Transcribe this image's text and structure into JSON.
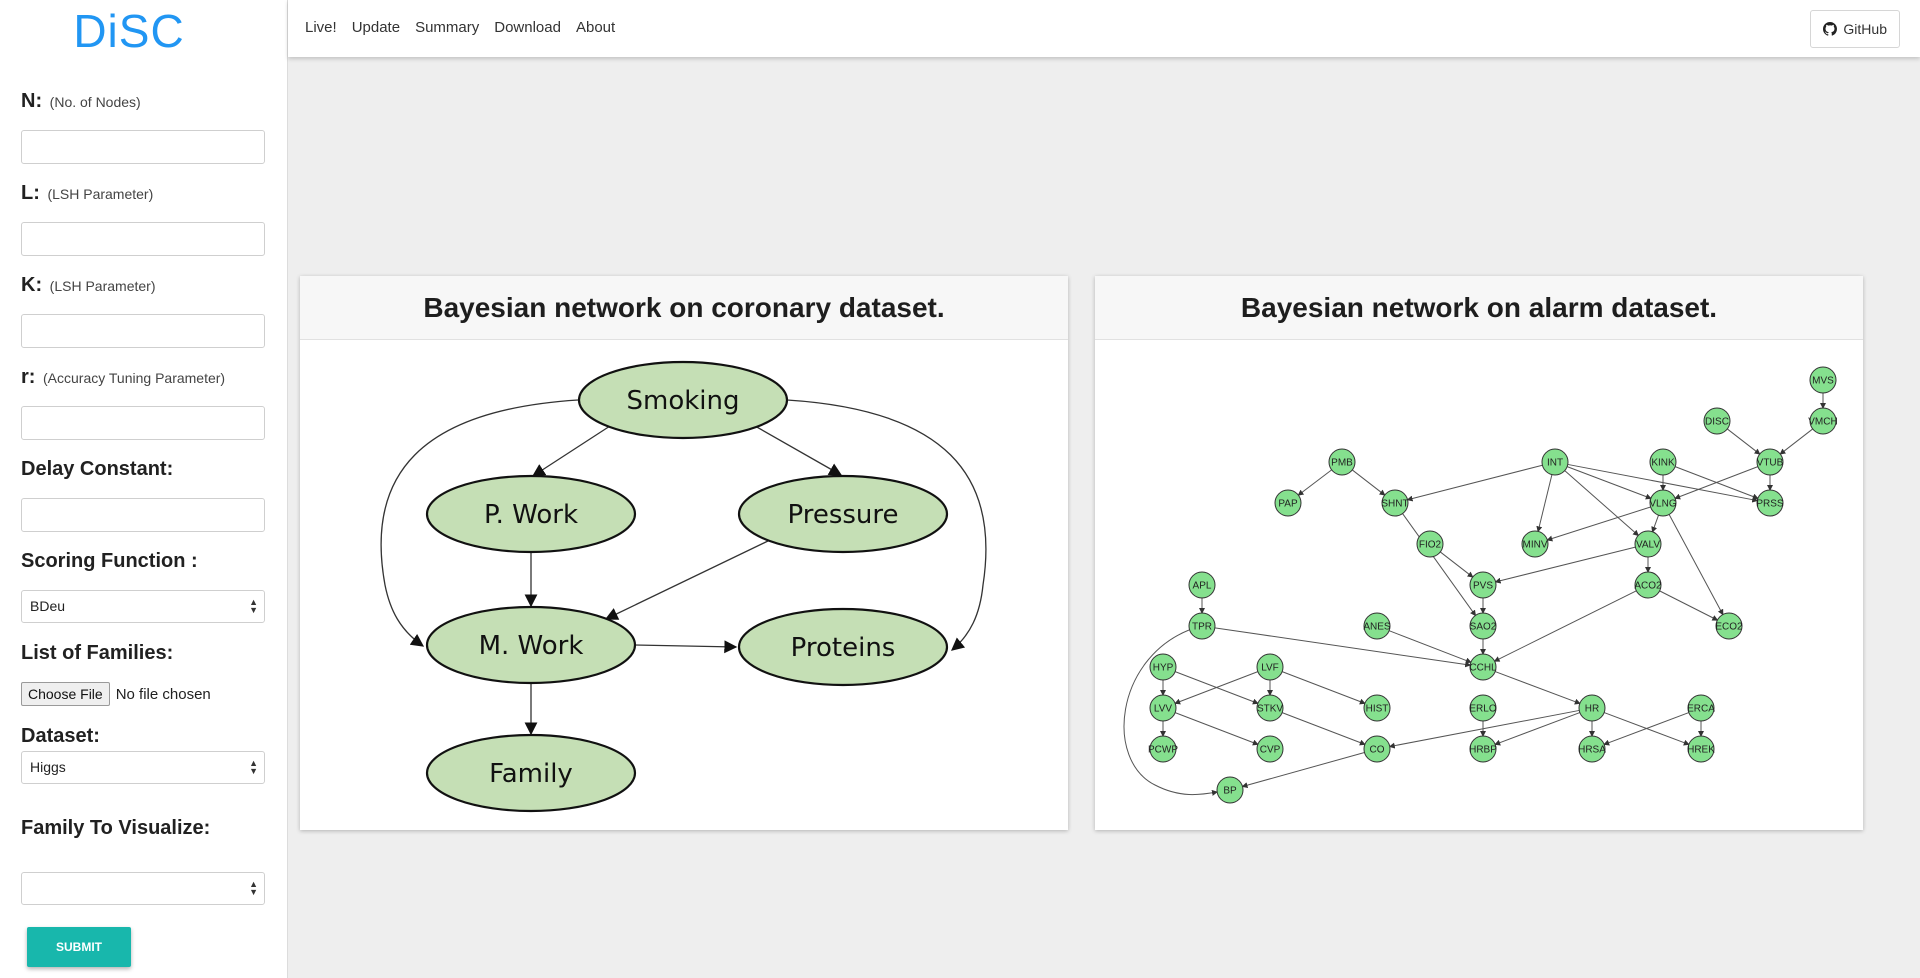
{
  "brand": "DiSC",
  "nav": {
    "links": [
      "Live!",
      "Update",
      "Summary",
      "Download",
      "About"
    ],
    "github": "GitHub"
  },
  "form": {
    "n_label": "N:",
    "n_hint": "(No. of Nodes)",
    "l_label": "L:",
    "l_hint": "(LSH Parameter)",
    "k_label": "K:",
    "k_hint": "(LSH Parameter)",
    "r_label": "r:",
    "r_hint": "(Accuracy Tuning Parameter)",
    "delay_label": "Delay Constant:",
    "scoring_label": "Scoring Function :",
    "scoring_value": "BDeu",
    "families_label": "List of Families:",
    "choose_file": "Choose File",
    "no_file": "No file chosen",
    "dataset_label": "Dataset:",
    "dataset_value": "Higgs",
    "visualize_label": "Family To Visualize:",
    "visualize_value": "",
    "submit": "SUBMIT"
  },
  "cards": {
    "coronary_title": "Bayesian network on coronary dataset.",
    "alarm_title": "Bayesian network on alarm dataset."
  },
  "coronary": {
    "nodes": [
      "Smoking",
      "P. Work",
      "Pressure",
      "M. Work",
      "Proteins",
      "Family"
    ]
  },
  "alarm": {
    "nodes": [
      "MVS",
      "DISC",
      "VMCH",
      "PMB",
      "INT",
      "KINK",
      "VTUB",
      "PAP",
      "SHNT",
      "VLNG",
      "PRSS",
      "FIO2",
      "MINV",
      "VALV",
      "APL",
      "PVS",
      "ACO2",
      "TPR",
      "ANES",
      "SAO2",
      "ECO2",
      "HYP",
      "LVF",
      "CCHL",
      "LVV",
      "STKV",
      "HIST",
      "ERLO",
      "HR",
      "ERCA",
      "PCWP",
      "CVP",
      "CO",
      "HRBP",
      "HRSA",
      "HREK",
      "BP"
    ]
  },
  "colors": {
    "brand": "#2196f3",
    "submit": "#18b7ac",
    "coronary_node_fill": "#c5dfb5",
    "alarm_node_fill": "#85e08e"
  }
}
